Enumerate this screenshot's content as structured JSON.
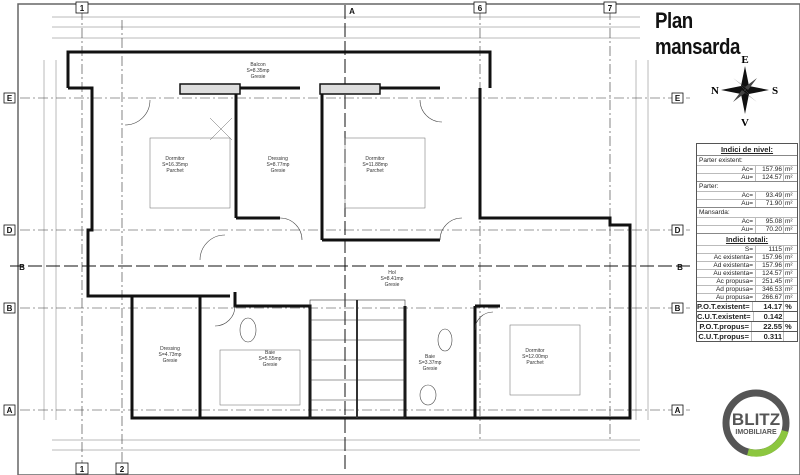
{
  "title": "Plan mansarda",
  "compass": {
    "n": "N",
    "s": "S",
    "e": "E",
    "v": "V"
  },
  "grid_axes": {
    "columns": [
      "1",
      "2",
      "6",
      "7"
    ],
    "rows": [
      "A",
      "B",
      "D",
      "E"
    ],
    "sections": [
      "A",
      "B"
    ]
  },
  "rooms": [
    {
      "name": "Balcon",
      "area": "S=8.35mp",
      "finish": "Gresie"
    },
    {
      "name": "Dormitor",
      "area": "S=16.35mp",
      "finish": "Parchet"
    },
    {
      "name": "Dressing",
      "area": "S=8.77mp",
      "finish": "Gresie"
    },
    {
      "name": "Dormitor",
      "area": "S=11.88mp",
      "finish": "Parchet"
    },
    {
      "name": "Hol",
      "area": "S=8.41mp",
      "finish": "Gresie"
    },
    {
      "name": "Dressing",
      "area": "S=4.73mp",
      "finish": "Gresie"
    },
    {
      "name": "Baie",
      "area": "S=5.55mp",
      "finish": "Gresie"
    },
    {
      "name": "Baie",
      "area": "S=3.37mp",
      "finish": "Gresie"
    },
    {
      "name": "Dormitor",
      "area": "S=12.00mp",
      "finish": "Parchet"
    }
  ],
  "indices": {
    "heading": "Indici de nivel:",
    "parter_existent": {
      "label": "Parter existent:",
      "rows": [
        {
          "k": "Ac=",
          "v": "157.96",
          "u": "m²"
        },
        {
          "k": "Au=",
          "v": "124.57",
          "u": "m²"
        }
      ]
    },
    "parter": {
      "label": "Parter:",
      "rows": [
        {
          "k": "Ac=",
          "v": "93.49",
          "u": "m²"
        },
        {
          "k": "Au=",
          "v": "71.90",
          "u": "m²"
        }
      ]
    },
    "mansarda": {
      "label": "Mansarda:",
      "rows": [
        {
          "k": "Ac=",
          "v": "95.08",
          "u": "m²"
        },
        {
          "k": "Au=",
          "v": "70.20",
          "u": "m²"
        }
      ]
    },
    "totals_heading": "Indici totali:",
    "totals": [
      {
        "k": "S=",
        "v": "1115",
        "u": "m²"
      },
      {
        "k": "Ac existenta=",
        "v": "157.96",
        "u": "m²"
      },
      {
        "k": "Ad existenta=",
        "v": "157.96",
        "u": "m²"
      },
      {
        "k": "Au existenta=",
        "v": "124.57",
        "u": "m²"
      },
      {
        "k": "Ac propusa=",
        "v": "251.45",
        "u": "m²"
      },
      {
        "k": "Ad propusa=",
        "v": "346.53",
        "u": "m²"
      },
      {
        "k": "Au propusa=",
        "v": "266.67",
        "u": "m²"
      }
    ],
    "coef": [
      {
        "k": "P.O.T.existent=",
        "v": "14.17",
        "u": "%"
      },
      {
        "k": "C.U.T.existent=",
        "v": "0.142",
        "u": ""
      },
      {
        "k": "P.O.T.propus=",
        "v": "22.55",
        "u": "%"
      },
      {
        "k": "C.U.T.propus=",
        "v": "0.311",
        "u": ""
      }
    ]
  },
  "logo": {
    "line1": "BLITZ",
    "line2": "IMOBILIARE",
    "ring_color": "#555555",
    "accent_color": "#8cc63f"
  }
}
